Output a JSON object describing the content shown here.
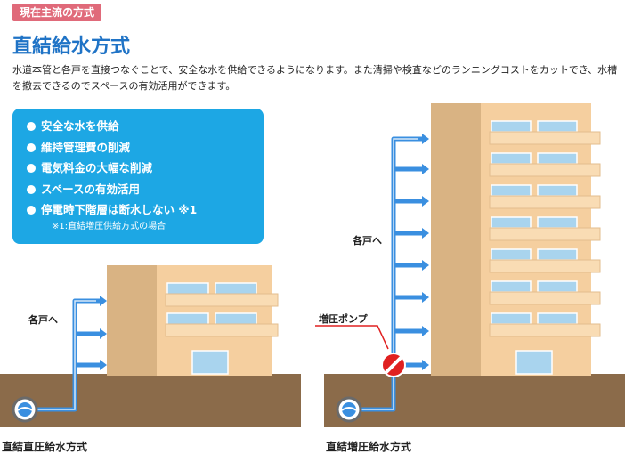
{
  "header": {
    "tag": "現在主流の方式",
    "title": "直結給水方式",
    "description": "水道本管と各戸を直接つなぐことで、安全な水を供給できるようになります。また清掃や検査などのランニングコストをカットでき、水槽を撤去できるのでスペースの有効活用ができます。"
  },
  "benefits": {
    "items": [
      "安全な水を供給",
      "維持管理費の削減",
      "電気料金の大幅な削減",
      "スペースの有効活用",
      "停電時下階層は断水しない ※1"
    ],
    "note": "※1:直結増圧供給方式の場合"
  },
  "left_diagram": {
    "label_each_unit": "各戸へ",
    "caption": "直結直圧給水方式"
  },
  "right_diagram": {
    "label_each_unit": "各戸へ",
    "label_pump": "増圧ポンプ",
    "caption": "直結増圧給水方式"
  },
  "colors": {
    "title_blue": "#1f73c6",
    "tag_pink": "#e06a7a",
    "box_blue": "#1da7e4",
    "ground": "#8b6b4a",
    "building": "#f5cf9f",
    "building_shade": "#d9b383",
    "pipe_blue": "#3a8fe0",
    "pump_red": "#e02020"
  }
}
